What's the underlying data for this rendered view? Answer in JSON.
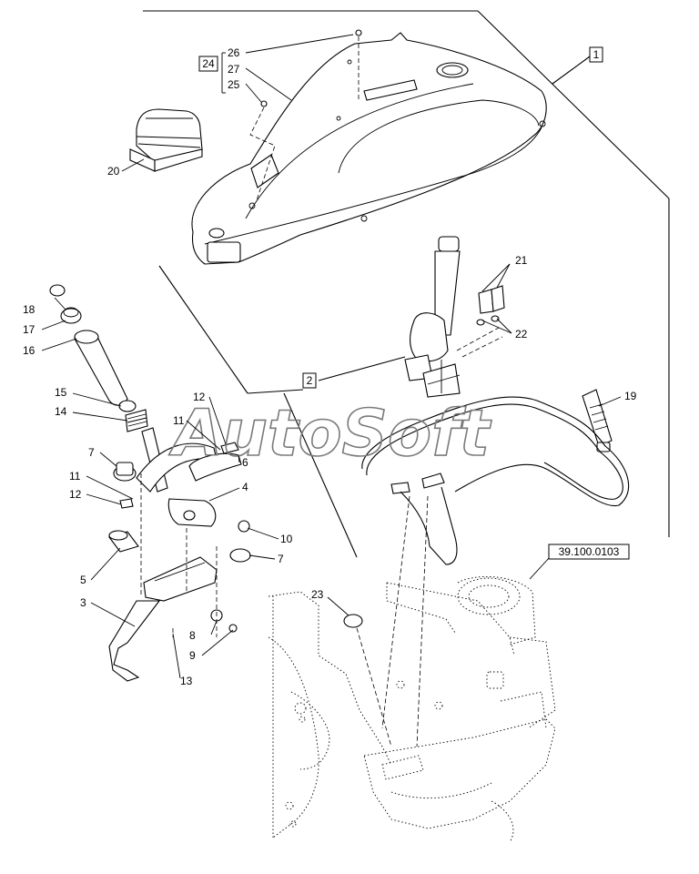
{
  "watermark": "AutoSoft",
  "reference_label": "39.100.0103",
  "boxed_labels": [
    "1",
    "2",
    "24"
  ],
  "item_labels": [
    "26",
    "27",
    "25",
    "20",
    "18",
    "17",
    "16",
    "15",
    "14",
    "12",
    "11",
    "7",
    "11",
    "12",
    "6",
    "4",
    "10",
    "7",
    "5",
    "3",
    "8",
    "9",
    "13",
    "23",
    "21",
    "22",
    "19"
  ]
}
